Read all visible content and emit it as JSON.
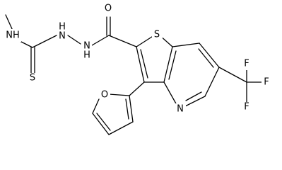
{
  "molecule": {
    "atom_labels": {
      "nh_methyl": "NH",
      "s_thioamide": "S",
      "nh_left": "N",
      "h_left": "H",
      "nh_right": "N",
      "h_right": "H",
      "o_carbonyl": "O",
      "s_ring": "S",
      "n_pyridine": "N",
      "o_furan": "O",
      "f_top": "F",
      "f_right": "F",
      "f_bottom": "F"
    }
  }
}
